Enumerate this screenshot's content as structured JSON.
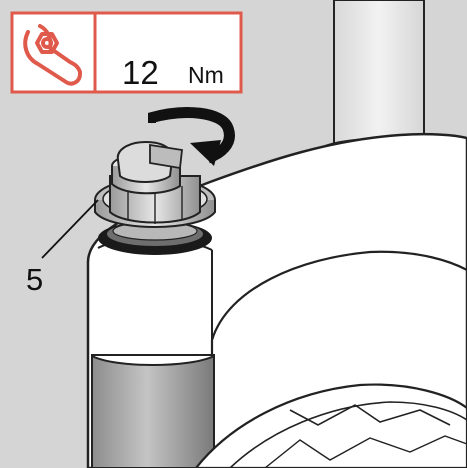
{
  "torque_panel": {
    "value": "12",
    "unit": "Nm",
    "icon": "wrench-on-bolt-icon",
    "accent_color": "#e05a4c"
  },
  "callouts": [
    {
      "number": "5"
    }
  ],
  "arrow": {
    "direction": "clockwise"
  }
}
